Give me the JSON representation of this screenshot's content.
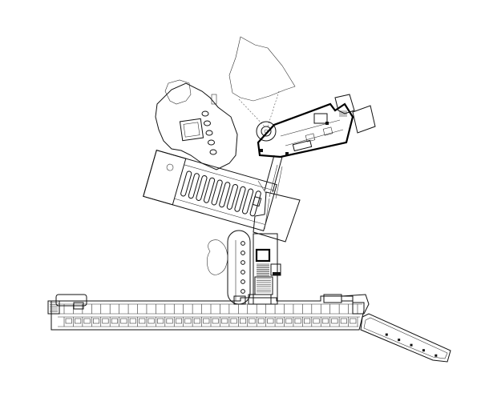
{
  "drawing": {
    "type": "architectural floor plan",
    "line_color": "#111111",
    "background_color": "#ffffff",
    "counts": {
      "classrooms_main_wing": 32,
      "lab_benches_west_block": 10,
      "round_openings_lobby_wall": 6,
      "round_openings_northwest_pavilion": 5,
      "round_openings_east_ramp": 5
    }
  }
}
